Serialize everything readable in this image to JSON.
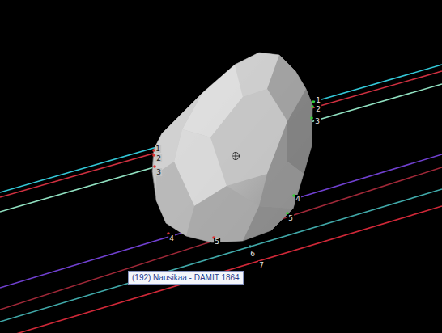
{
  "diagram": {
    "labels": [
      "1",
      "2",
      "3",
      "1",
      "2",
      "3",
      "4",
      "5",
      "4",
      "5",
      "6",
      "7",
      "(192) Nausikaa - DAMIT 1864"
    ]
  }
}
